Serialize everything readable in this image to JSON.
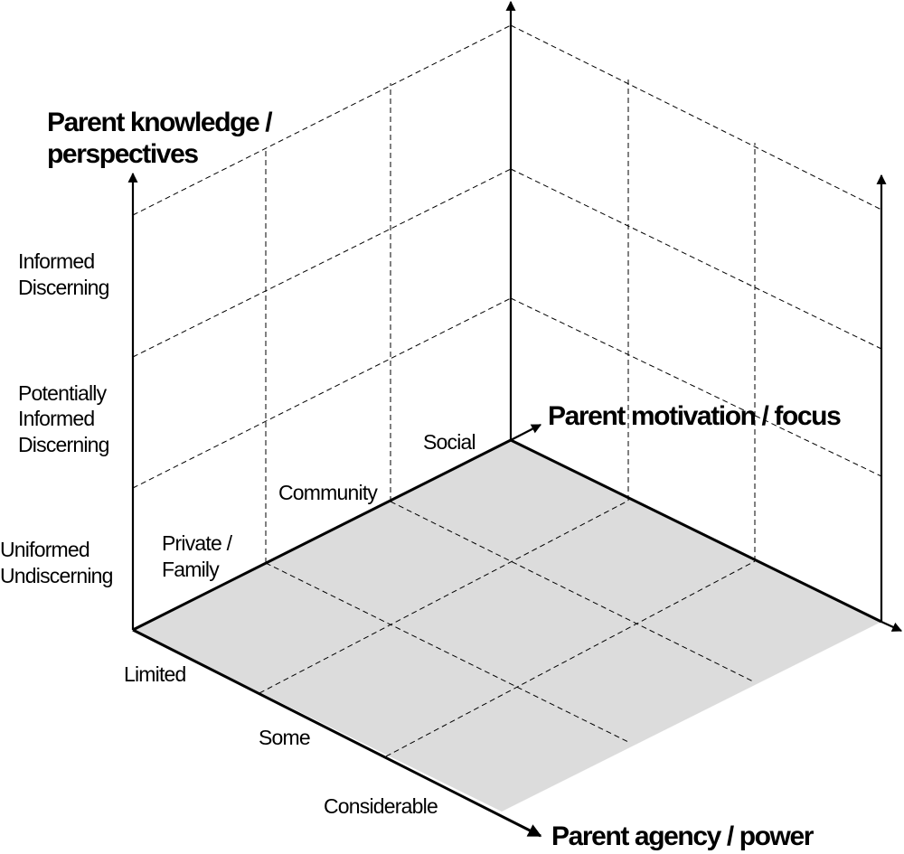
{
  "axes": {
    "vertical": {
      "title_lines": [
        "Parent knowledge /",
        "perspectives"
      ],
      "levels": [
        {
          "lines": [
            "Uniformed",
            "Undiscerning"
          ]
        },
        {
          "lines": [
            "Potentially",
            "Informed",
            "Discerning"
          ]
        },
        {
          "lines": [
            "Informed",
            "Discerning"
          ]
        }
      ]
    },
    "depth": {
      "title": "Parent  motivation / focus",
      "levels": [
        {
          "lines": [
            "Private /",
            "Family"
          ]
        },
        {
          "lines": [
            "Community"
          ]
        },
        {
          "lines": [
            "Social"
          ]
        }
      ]
    },
    "horizontal": {
      "title": "Parent agency / power",
      "levels": [
        "Limited",
        "Some",
        "Considerable"
      ]
    }
  },
  "colors": {
    "floor": "#dcdcdc",
    "line": "#000000"
  }
}
